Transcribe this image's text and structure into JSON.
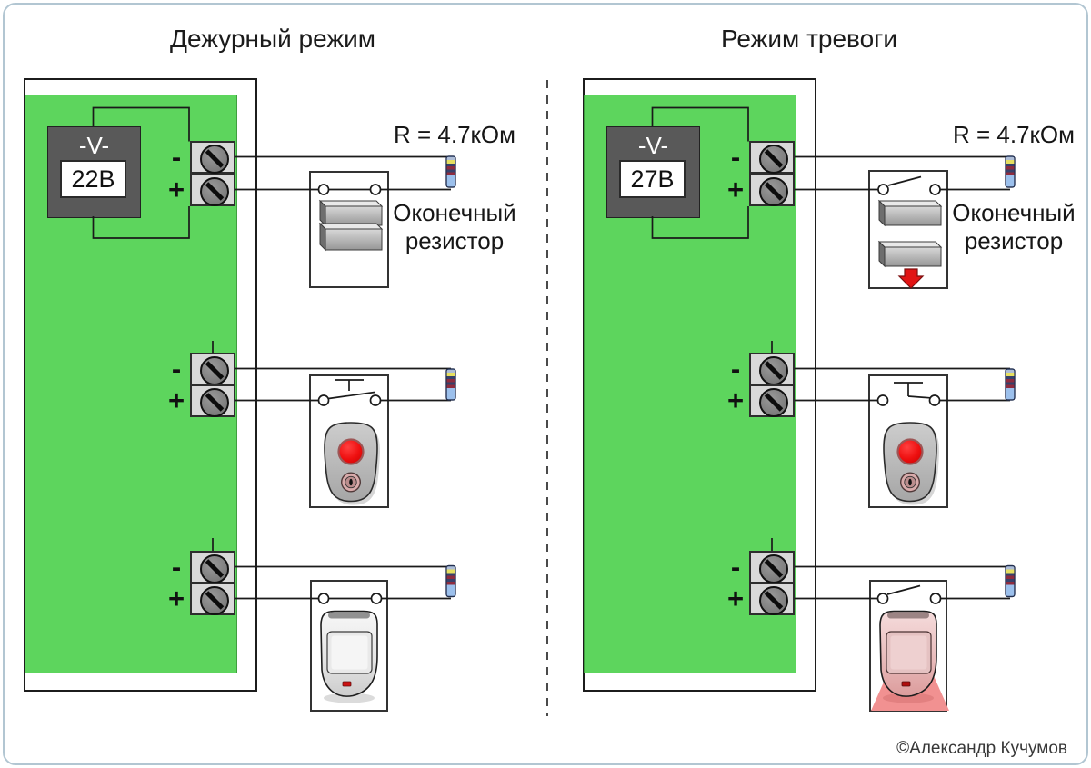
{
  "titles": {
    "left": "Дежурный режим",
    "right": "Режим тревоги"
  },
  "power": {
    "left": {
      "label": "-V-",
      "value": "22В"
    },
    "right": {
      "label": "-V-",
      "value": "27В"
    }
  },
  "labels": {
    "resistance": "R = 4.7кОм",
    "eol_line1": "Оконечный",
    "eol_line2": "резистор",
    "minus": "-",
    "plus": "+"
  },
  "signature": "©Александр Кучумов",
  "colors": {
    "panel_green": "#5dd55d",
    "alarm_red": "#e11414",
    "beam_pink": "#f19191",
    "resistor_body": "#9cc0ec",
    "frame_border": "#b2c6d2"
  }
}
